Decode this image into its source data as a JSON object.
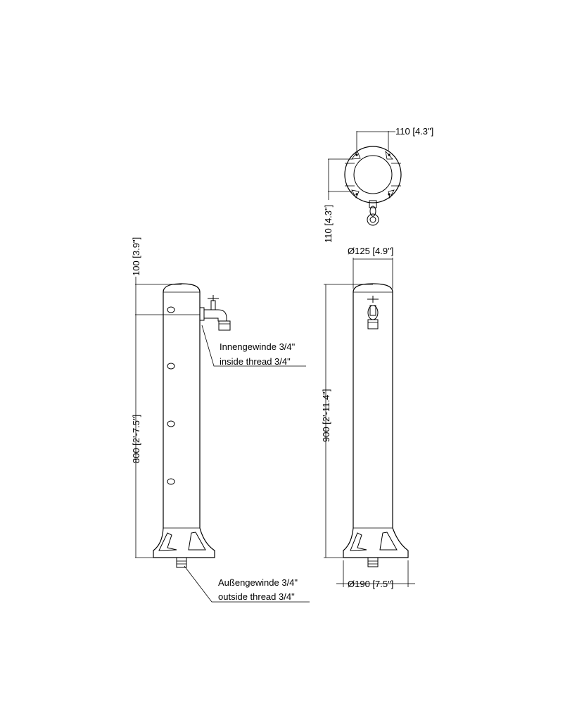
{
  "dimensions": {
    "top_width": "110 [4.3\"]",
    "top_depth": "110 [4.3\"]",
    "front_diameter": "Ø125 [4.9\"]",
    "front_height": "900 [2'-11.4\"]",
    "base_diameter": "Ø190 [7.5\"]",
    "side_top_offset": "100 [3.9\"]",
    "side_height": "800 [2'-7.5\"]"
  },
  "callouts": {
    "inside_thread_de": "Innengewinde 3/4\"",
    "inside_thread_en": "inside thread 3/4\"",
    "outside_thread_de": "Außengewinde 3/4\"",
    "outside_thread_en": "outside thread 3/4\""
  }
}
